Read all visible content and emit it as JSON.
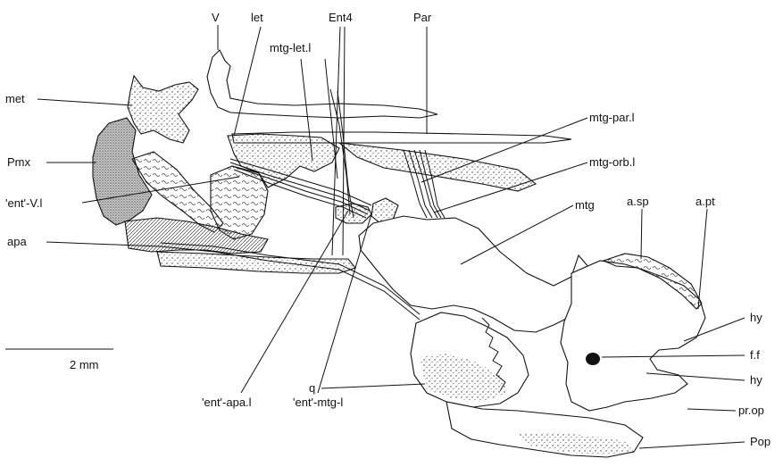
{
  "labels": {
    "V": "V",
    "let": "let",
    "ent4": "Ent4",
    "par": "Par",
    "mtg_let_l": "mtg-let.l",
    "met": "met",
    "pmx": "Pmx",
    "ent_v_l": "'ent'-V.l",
    "apa": "apa",
    "mtg_par_l": "mtg-par.l",
    "mtg_orb_l": "mtg-orb.l",
    "mtg": "mtg",
    "a_sp": "a.sp",
    "a_pt": "a.pt",
    "hy_upper": "hy",
    "f_f": "f.f",
    "hy_lower": "hy",
    "pr_op": "pr.op",
    "pop": "Pop",
    "q": "q",
    "ent_apa_l": "'ent'-apa.l",
    "ent_mtg_l": "'ent'-mtg-l"
  },
  "scale_bar": {
    "label": "2 mm"
  }
}
